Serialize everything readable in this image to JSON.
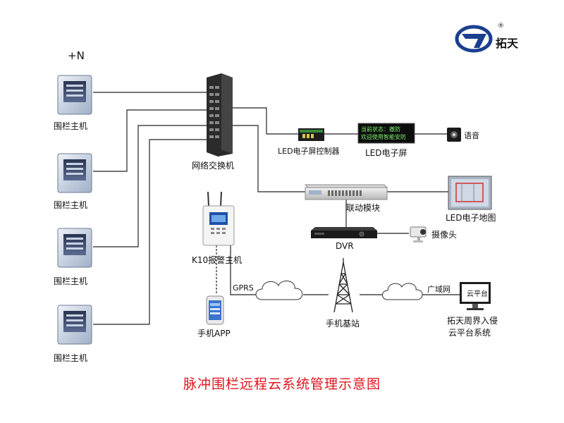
{
  "brand": {
    "name": "拓天",
    "registered": "®"
  },
  "plus_n": "+N",
  "fence_hosts": [
    "围栏主机",
    "围栏主机",
    "围栏主机",
    "围栏主机"
  ],
  "switch_label": "网络交换机",
  "led_controller_label": "LED电子屏控制器",
  "led_screen": {
    "label": "LED电子屏",
    "line1": "当前状态：撤防",
    "line2": "欢迎使用智能安防"
  },
  "speaker_label": "语音",
  "linkage_label": "联动模块",
  "led_map_label": "LED电子地图",
  "dvr_label": "DVR",
  "camera_label": "摄像头",
  "alarm_host_label": "K10报警主机",
  "gprs_label": "GPRS",
  "phone_app_label": "手机APP",
  "base_station_label": "手机基站",
  "wan_label": "广域网",
  "cloud_platform": {
    "screen_text": "云平台",
    "label_line1": "拓天周界入侵",
    "label_line2": "云平台系统"
  },
  "title": "脉冲围栏远程云系统管理示意图",
  "colors": {
    "title": "#e0131b",
    "brand_blue": "#1b3f8f",
    "line": "#222222",
    "led_green": "#7cf06a"
  }
}
